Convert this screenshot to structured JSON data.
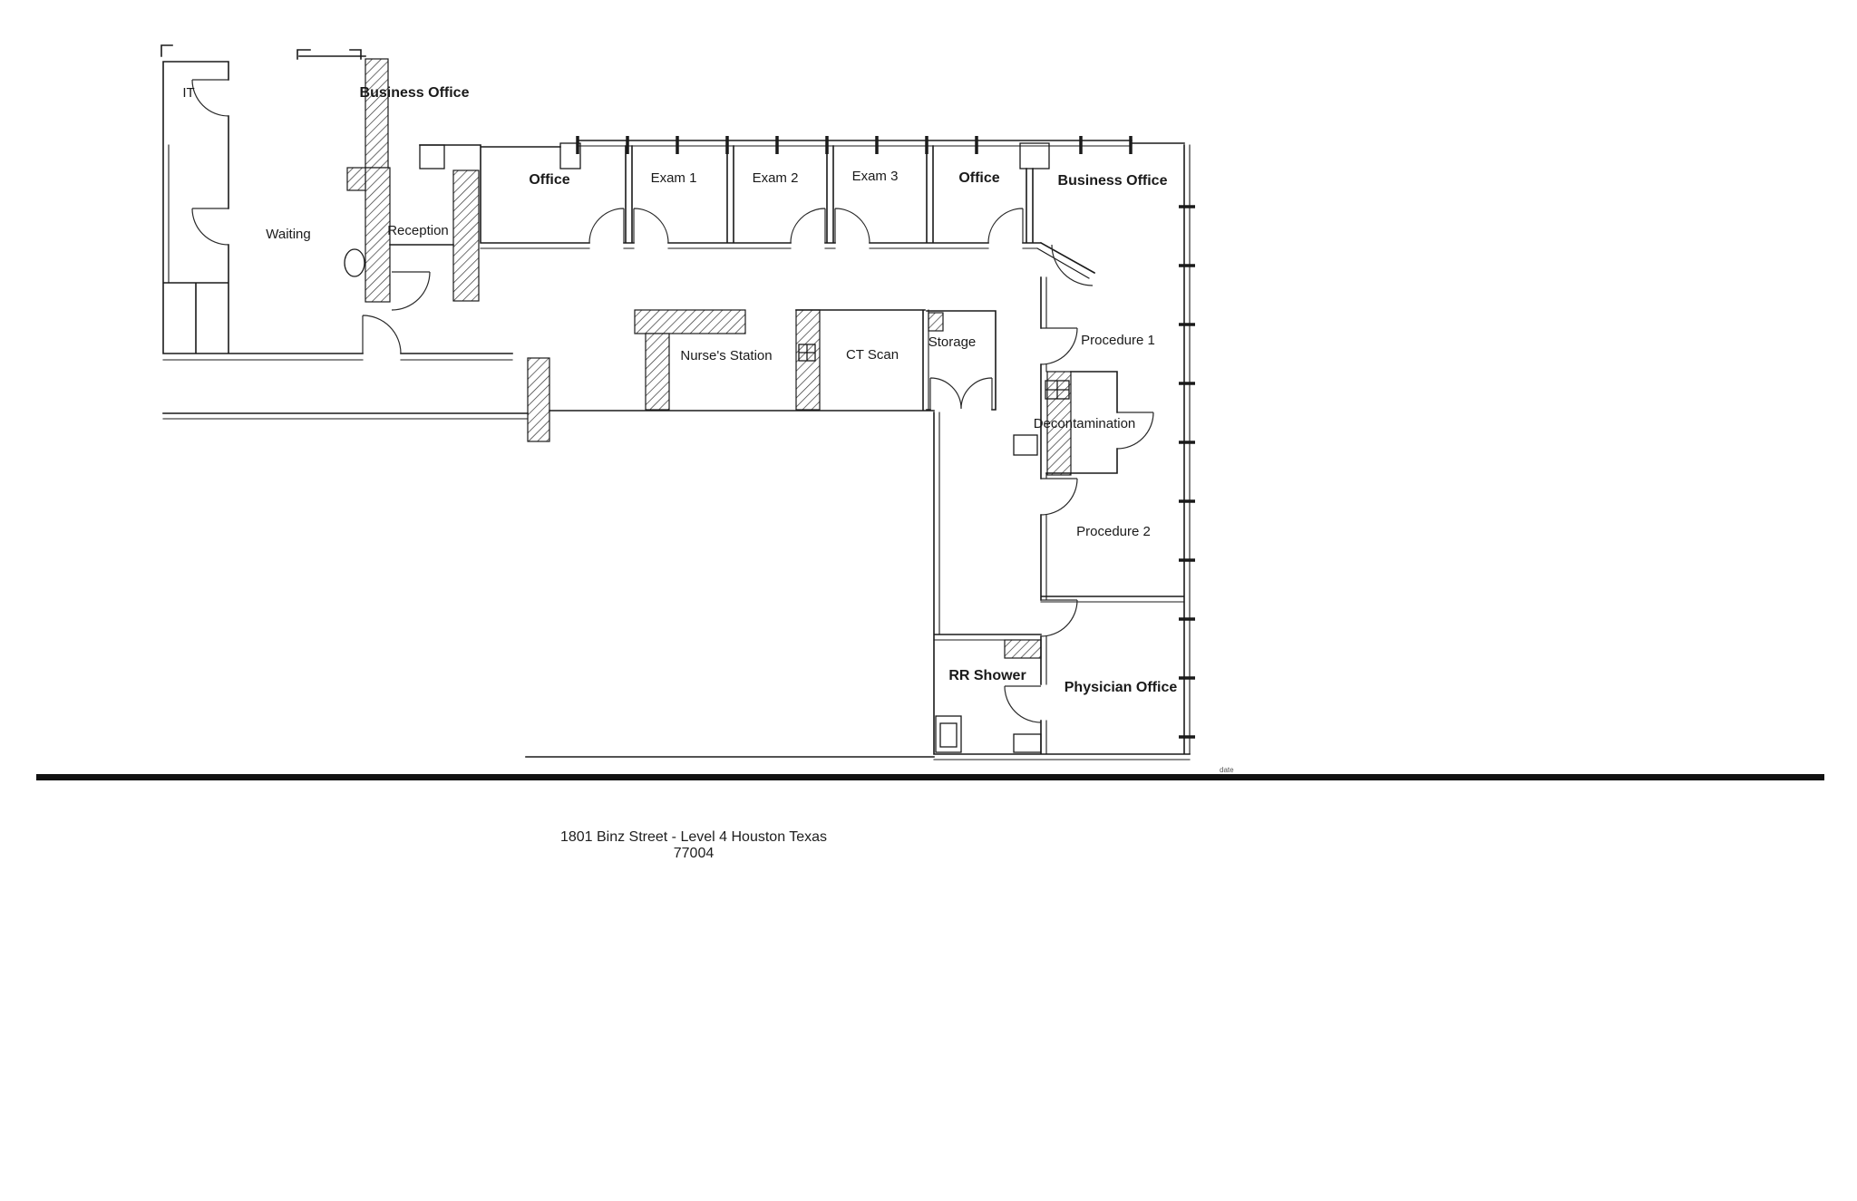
{
  "rooms": {
    "it": "IT",
    "business_office_left": "Business Office",
    "waiting": "Waiting",
    "reception": "Reception",
    "office_left": "Office",
    "exam_1": "Exam 1",
    "exam_2": "Exam 2",
    "exam_3": "Exam 3",
    "office_right": "Office",
    "business_office_right": "Business Office",
    "nurses_station": "Nurse's Station",
    "ct_scan": "CT Scan",
    "storage": "Storage",
    "procedure_1": "Procedure 1",
    "decontamination": "Decontamination",
    "procedure_2": "Procedure 2",
    "rr_shower": "RR Shower",
    "physician_office": "Physician Office"
  },
  "titleblock": {
    "date_label": "date"
  },
  "footer": {
    "address_line_1": "1801 Binz Street - Level 4 Houston Texas",
    "address_line_2": "77004"
  },
  "colors": {
    "wall": "#1a1a1a",
    "paper": "#ffffff",
    "titlebar_rule": "#111111"
  }
}
